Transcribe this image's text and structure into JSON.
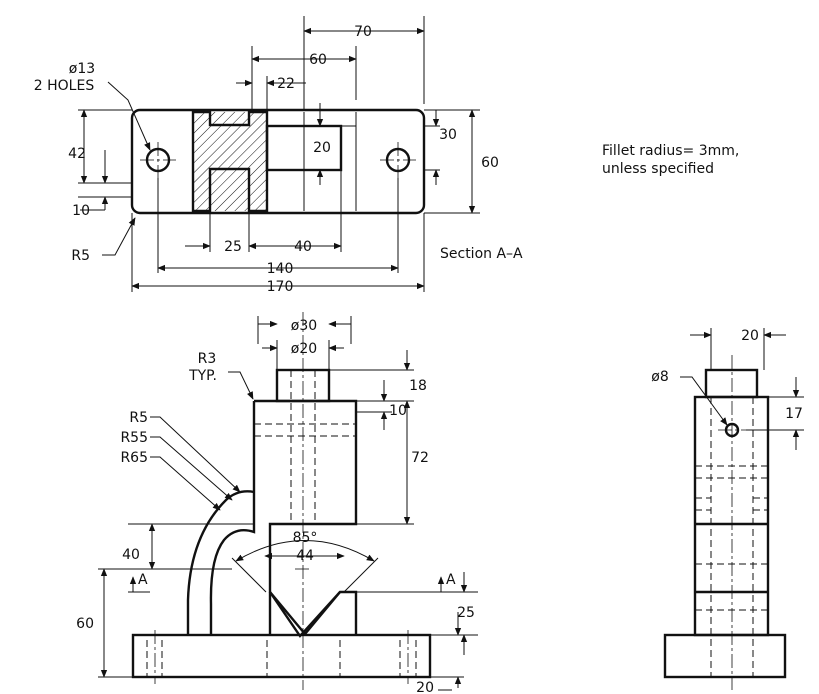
{
  "notes": {
    "fillet_line1": "Fillet radius= 3mm,",
    "fillet_line2": "unless specified",
    "section_title": "Section A–A"
  },
  "section_view": {
    "hole_callout_1": "ø13",
    "hole_callout_2": "2 HOLES",
    "dims": {
      "d70": "70",
      "d60": "60",
      "d22": "22",
      "d20": "20",
      "d30": "30",
      "d60h": "60",
      "d42": "42",
      "d10": "10",
      "r5": "R5",
      "d25": "25",
      "d40": "40",
      "d140": "140",
      "d170": "170"
    }
  },
  "front_view": {
    "dims": {
      "dia30": "ø30",
      "dia20": "ø20",
      "r3": "R3",
      "typ": "TYP.",
      "r5": "R5",
      "r55": "R55",
      "r65": "R65",
      "d18": "18",
      "d10": "10",
      "d72": "72",
      "d40": "40",
      "angle85": "85°",
      "d44": "44",
      "d60": "60",
      "d25": "25",
      "d20": "20",
      "cut_a_left": "A",
      "cut_a_right": "A"
    }
  },
  "side_view": {
    "dims": {
      "d20": "20",
      "dia8": "ø8",
      "d17": "17"
    }
  }
}
